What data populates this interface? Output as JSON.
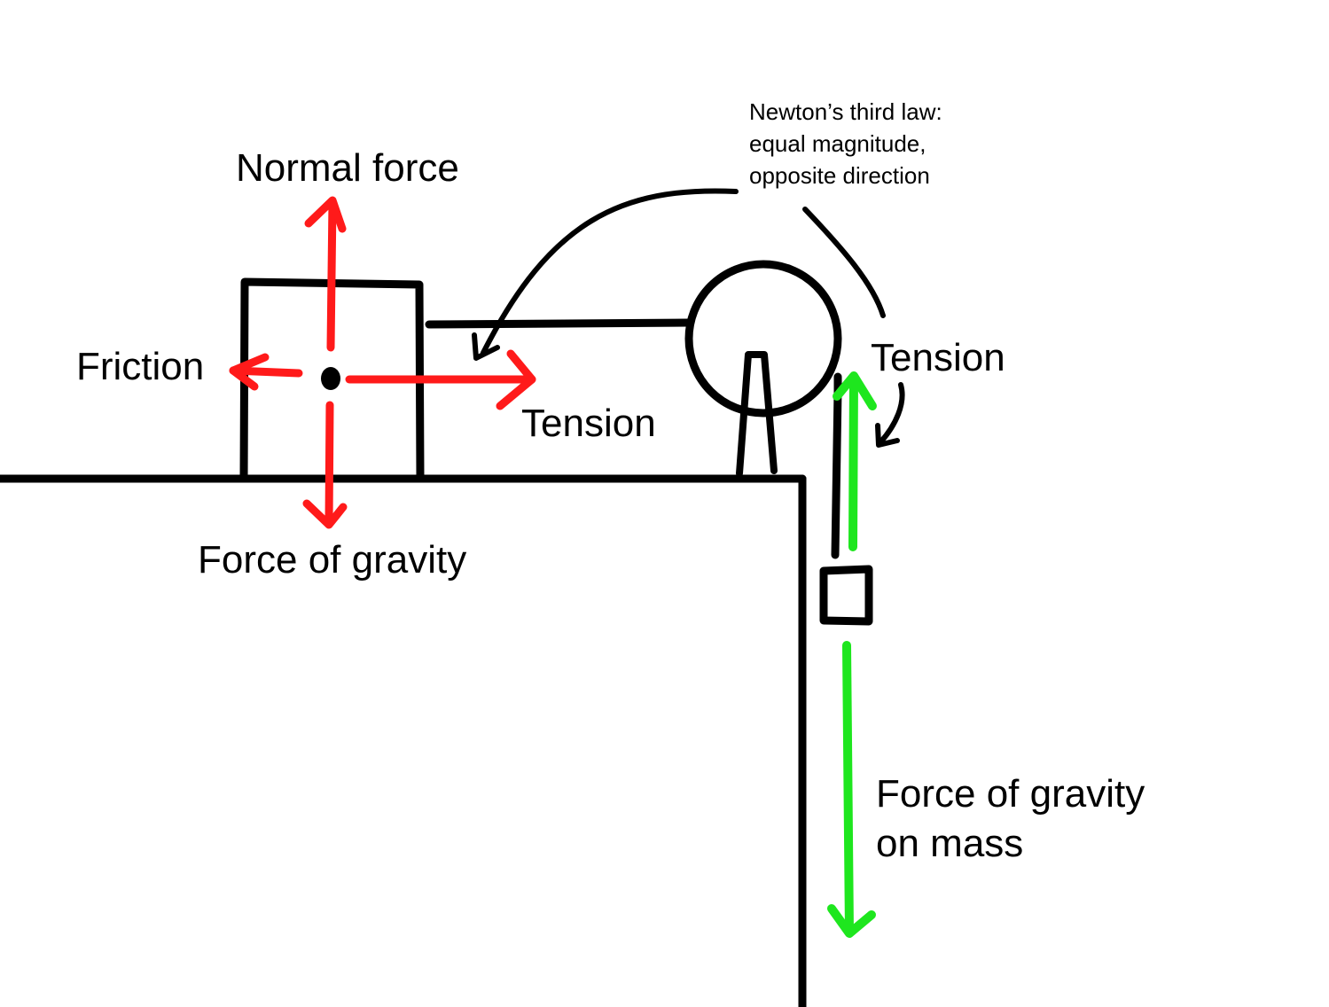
{
  "labels": {
    "normal_force": "Normal force",
    "friction": "Friction",
    "tension_block": "Tension",
    "force_of_gravity_block": "Force of gravity",
    "tension_mass": "Tension",
    "force_of_gravity_mass_line1": "Force of gravity",
    "force_of_gravity_mass_line2": "on mass",
    "note_line1": "Newton’s third law:",
    "note_line2": "equal magnitude,",
    "note_line3": "opposite direction"
  },
  "colors": {
    "structure": "#000000",
    "block_forces": "#ff1a1a",
    "mass_forces": "#1ee61e",
    "background": "#ffffff"
  }
}
